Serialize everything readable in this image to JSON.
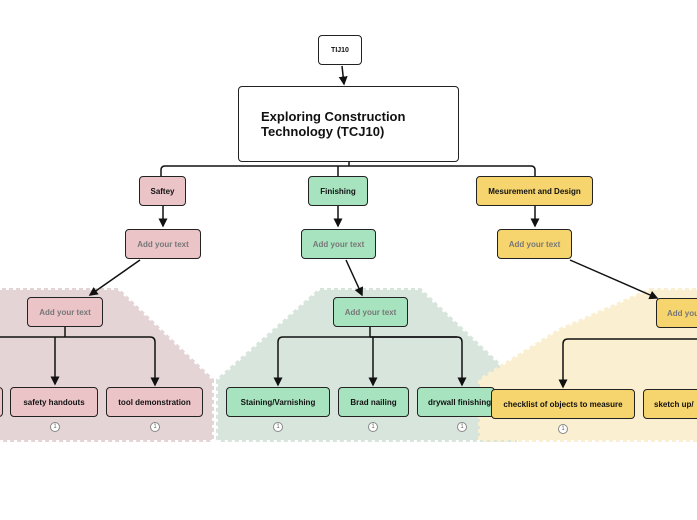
{
  "colors": {
    "pink": "#ebc4c8",
    "green": "#a8e3bf",
    "yellow": "#f6d56e",
    "pink_zone": "#e4d4d5",
    "green_zone": "#d7e5dc",
    "yellow_zone": "#faefd0"
  },
  "root": {
    "label": "TIJ10"
  },
  "main": {
    "label": "Exploring Construction Technology (TCJ10)"
  },
  "branches": [
    {
      "label": "Saftey",
      "placeholder": "Add your text",
      "placeholder2": "Add your text",
      "leaves": [
        "safety handouts",
        "tool demonstration"
      ],
      "leaf_badges": [
        "1",
        "1"
      ]
    },
    {
      "label": "Finishing",
      "placeholder": "Add your text",
      "placeholder2": "Add your text",
      "leaves": [
        "Staining/Varnishing",
        "Brad nailing",
        "drywall finishing"
      ],
      "leaf_badges": [
        "1",
        "1",
        "1"
      ]
    },
    {
      "label": "Mesurement and Design",
      "placeholder": "Add your text",
      "placeholder2": "Add your text",
      "leaves": [
        "checklist of objects to measure",
        "sketch up/"
      ],
      "leaf_badges": [
        "1"
      ]
    }
  ]
}
